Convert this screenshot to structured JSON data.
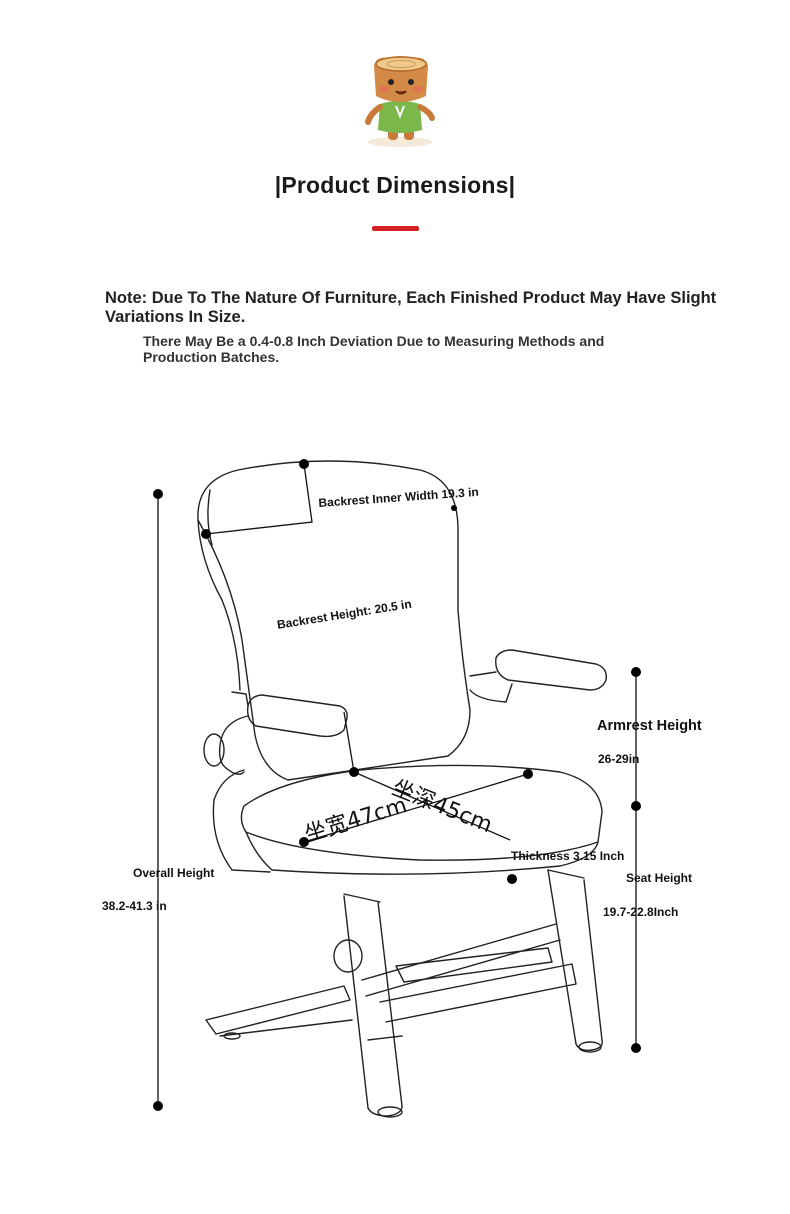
{
  "header": {
    "mascot_icon": "tree-stump-mascot",
    "title": "|Product Dimensions|",
    "accent_color": "#d42222"
  },
  "note": {
    "main": "Note: Due To The Nature Of Furniture, Each Finished Product May Have Slight Variations In Size.",
    "sub": "There May Be a 0.4-0.8 Inch Deviation Due to Measuring Methods and Production Batches."
  },
  "dimensions": {
    "backrest_inner_width": "Backrest Inner Width 19.3 in",
    "backrest_height": "Backrest Height: 20.5 in",
    "seat_width_cn": "坐宽47cm",
    "seat_depth_cn": "坐深45cm",
    "thickness": "Thickness 3.15 Inch",
    "armrest_height_title": "Armrest Height",
    "armrest_height_value": "26-29in",
    "seat_height_title": "Seat Height",
    "seat_height_value": "19.7-22.8Inch",
    "overall_height_title": "Overall Height",
    "overall_height_value": "38.2-41.3 in"
  }
}
